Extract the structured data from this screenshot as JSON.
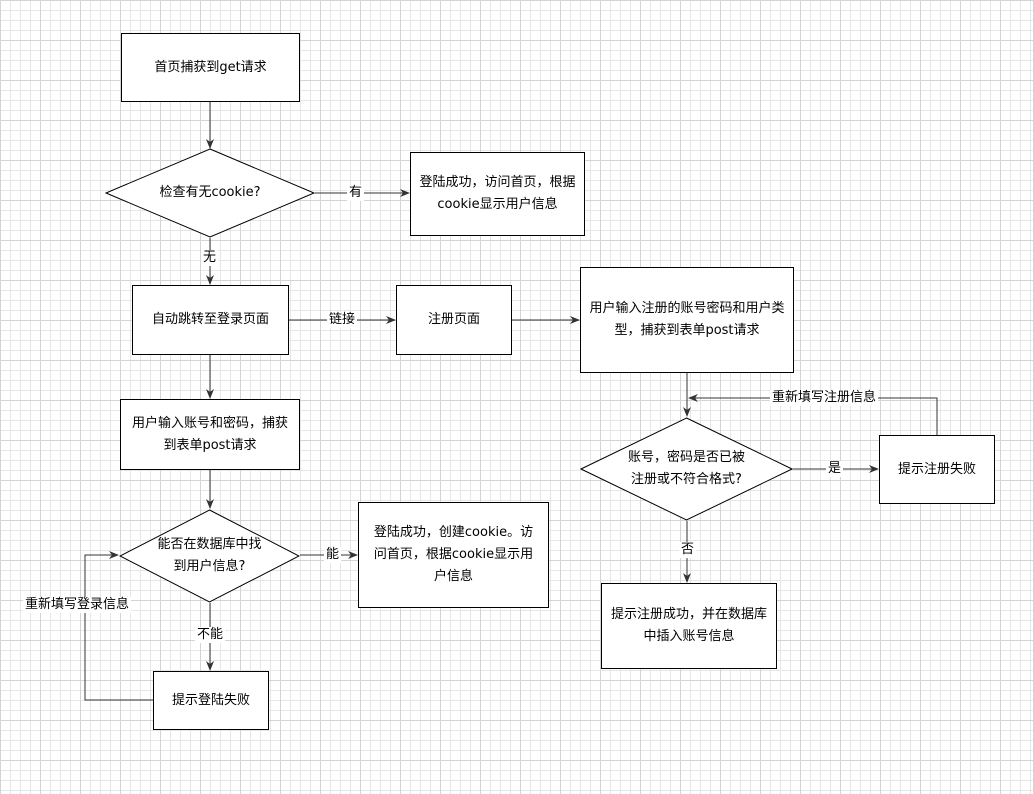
{
  "nodes": {
    "home_get": "首页捕获到get请求",
    "check_cookie": "检查有无cookie?",
    "login_success_cookie": "登陆成功，访问首页，根据cookie显示用户信息",
    "auto_redirect_login": "自动跳转至登录页面",
    "register_page": "注册页面",
    "user_input_register": "用户输入注册的账号密码和用户类型，捕获到表单post请求",
    "user_input_login": "用户输入账号和密码，捕获到表单post请求",
    "check_registered": "账号，密码是否已被注册或不符合格式?",
    "register_fail": "提示注册失败",
    "find_user_db": "能否在数据库中找到用户信息?",
    "login_success_create": "登陆成功，创建cookie。访问首页，根据cookie显示用户信息",
    "register_success": "提示注册成功，并在数据库中插入账号信息",
    "login_fail": "提示登陆失败"
  },
  "edge_labels": {
    "has": "有",
    "none": "无",
    "link": "链接",
    "yes": "是",
    "no": "否",
    "can": "能",
    "cannot": "不能",
    "refill_register": "重新填写注册信息",
    "refill_login": "重新填写登录信息"
  },
  "colors": {
    "stroke": "#000000",
    "edge": "#333333",
    "fill": "#ffffff",
    "grid_minor": "#e6e6e6",
    "grid_major": "#d4d4d4"
  }
}
